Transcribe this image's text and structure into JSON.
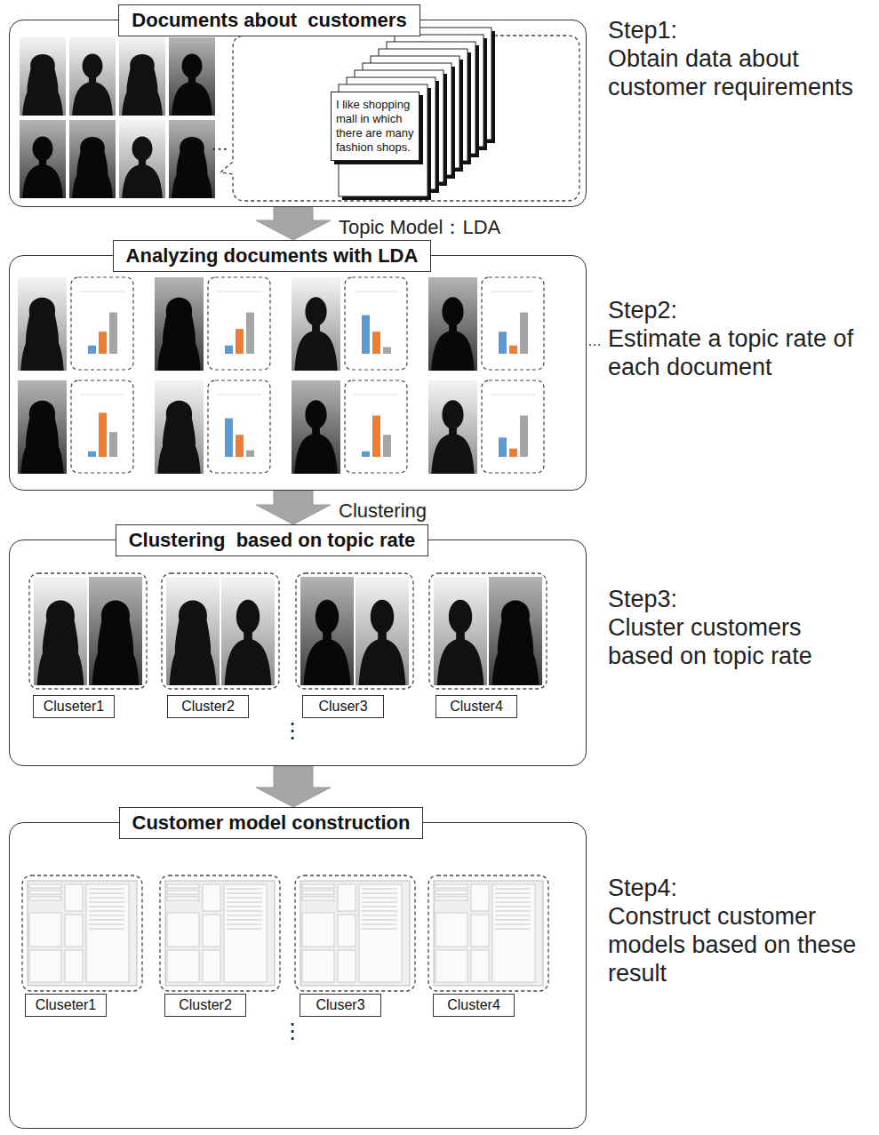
{
  "diagram": {
    "nodes": [
      {
        "text": [
          "Documents about  customers"
        ]
      },
      {
        "text": [
          "I like shopping mall in which there are many fashion shops."
        ],
        "in": 0
      },
      {
        "text": [
          "Analyzing documents with LDA"
        ]
      },
      {
        "text": [
          "Clustering  based on topic rate"
        ]
      },
      {
        "text": [
          "Cluseter1"
        ],
        "in": 3
      },
      {
        "text": [
          "Cluster2"
        ],
        "in": 3
      },
      {
        "text": [
          "Cluser3"
        ],
        "in": 3
      },
      {
        "text": [
          "Cluster4"
        ],
        "in": 3
      },
      {
        "text": [
          "Customer model construction"
        ]
      },
      {
        "text": [
          "Cluseter1"
        ],
        "in": 8
      },
      {
        "text": [
          "Cluster2"
        ],
        "in": 8
      },
      {
        "text": [
          "Cluser3"
        ],
        "in": 8
      },
      {
        "text": [
          "Cluster4"
        ],
        "in": 8
      }
    ],
    "edges": [
      {
        "from": 0,
        "to": 2,
        "label": "Topic Model：LDA",
        "arrow": "to"
      },
      {
        "from": 2,
        "to": 3,
        "label": "Clustering",
        "arrow": "to"
      },
      {
        "from": 3,
        "to": 8,
        "arrow": "to"
      }
    ],
    "labels": [
      "Step1:",
      "Obtain data about customer requirements",
      "…",
      "…",
      "Step2:",
      "Estimate a topic rate of each document",
      "Step3:",
      "Cluster customers based on topic rate",
      "⋮",
      "Step4:",
      "Construct customer models based on these result",
      "⋮"
    ]
  }
}
